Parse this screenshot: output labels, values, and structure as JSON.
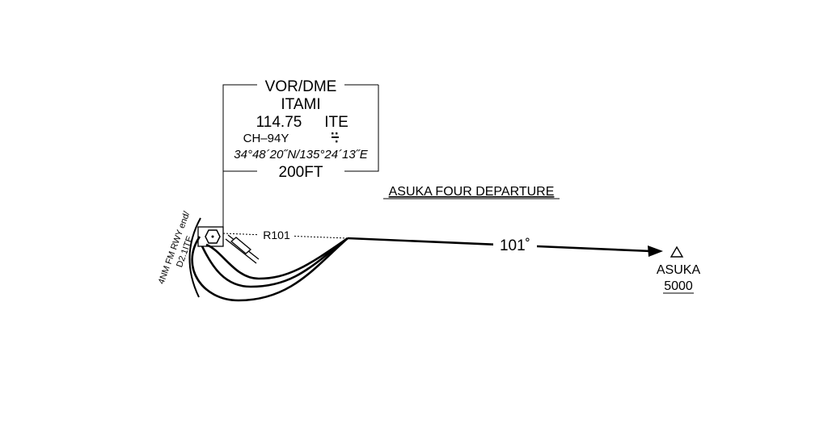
{
  "navaid": {
    "type": "VOR/DME",
    "name": "ITAMI",
    "frequency": "114.75",
    "ident": "ITE",
    "channel": "CH–94Y",
    "coordinates": "34°48´20˝N/135°24´13˝E",
    "elevation": "200FT"
  },
  "procedure": {
    "title": "ASUKA FOUR DEPARTURE",
    "radial_label": "R101",
    "course_label": "101˚"
  },
  "turn_annotation": {
    "line1": "4NM FM RWY end/",
    "line2": "D2.1ITE"
  },
  "fix": {
    "name": "ASUKA",
    "altitude": "5000",
    "icon": "triangle-icon"
  }
}
